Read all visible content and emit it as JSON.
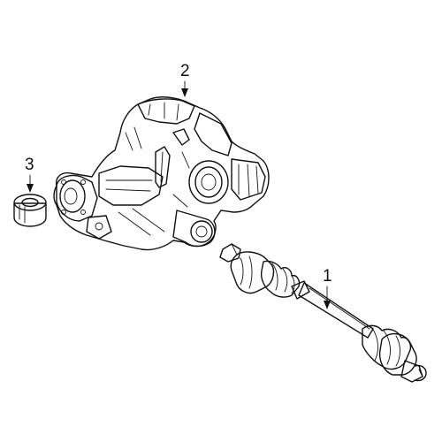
{
  "diagram": {
    "callouts": [
      {
        "number": "1",
        "part": "axle-shaft"
      },
      {
        "number": "2",
        "part": "differential-assembly"
      },
      {
        "number": "3",
        "part": "bushing"
      }
    ],
    "colors": {
      "highlight": "#1a2fd0",
      "highlight_shadow": "#0f1f99",
      "line": "#111111",
      "background": "#ffffff"
    }
  }
}
